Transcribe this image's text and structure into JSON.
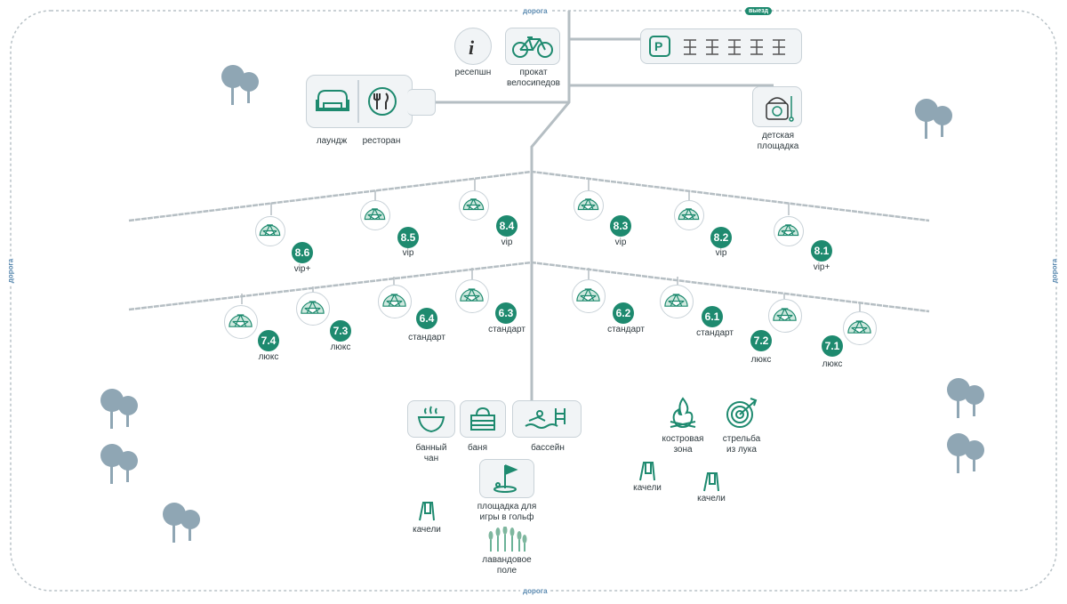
{
  "colors": {
    "accent": "#1e8a6f",
    "road": "#9aa3a8",
    "tree": "#8fa6b4",
    "box_fill": "#f1f4f6"
  },
  "roads": {
    "top": "дорога",
    "bottom": "дорога",
    "left": "дорога",
    "right": "дорога",
    "exit": "выезд"
  },
  "facilities": {
    "reception": "ресепшн",
    "bike_rental_1": "прокат",
    "bike_rental_2": "велосипедов",
    "lounge": "лаундж",
    "restaurant": "ресторан",
    "playground_1": "детская",
    "playground_2": "площадка",
    "hot_tub_1": "банный",
    "hot_tub_2": "чан",
    "sauna": "баня",
    "pool": "бассейн",
    "golf_1": "площадка для",
    "golf_2": "игры в гольф",
    "lavender_1": "лавандовое",
    "lavender_2": "поле",
    "bonfire_1": "костровая",
    "bonfire_2": "зона",
    "archery_1": "стрельба",
    "archery_2": "из лука",
    "swing_1": "качели",
    "swing_2": "качели",
    "swing_3": "качели"
  },
  "domes": [
    {
      "num": "8.6",
      "type": "vip+"
    },
    {
      "num": "8.5",
      "type": "vip"
    },
    {
      "num": "8.4",
      "type": "vip"
    },
    {
      "num": "8.3",
      "type": "vip"
    },
    {
      "num": "8.2",
      "type": "vip"
    },
    {
      "num": "8.1",
      "type": "vip+"
    },
    {
      "num": "7.4",
      "type": "люкс"
    },
    {
      "num": "7.3",
      "type": "люкс"
    },
    {
      "num": "6.4",
      "type": "стандарт"
    },
    {
      "num": "6.3",
      "type": "стандарт"
    },
    {
      "num": "6.2",
      "type": "стандарт"
    },
    {
      "num": "6.1",
      "type": "стандарт"
    },
    {
      "num": "7.2",
      "type": "люкс"
    },
    {
      "num": "7.1",
      "type": "люкс"
    }
  ]
}
